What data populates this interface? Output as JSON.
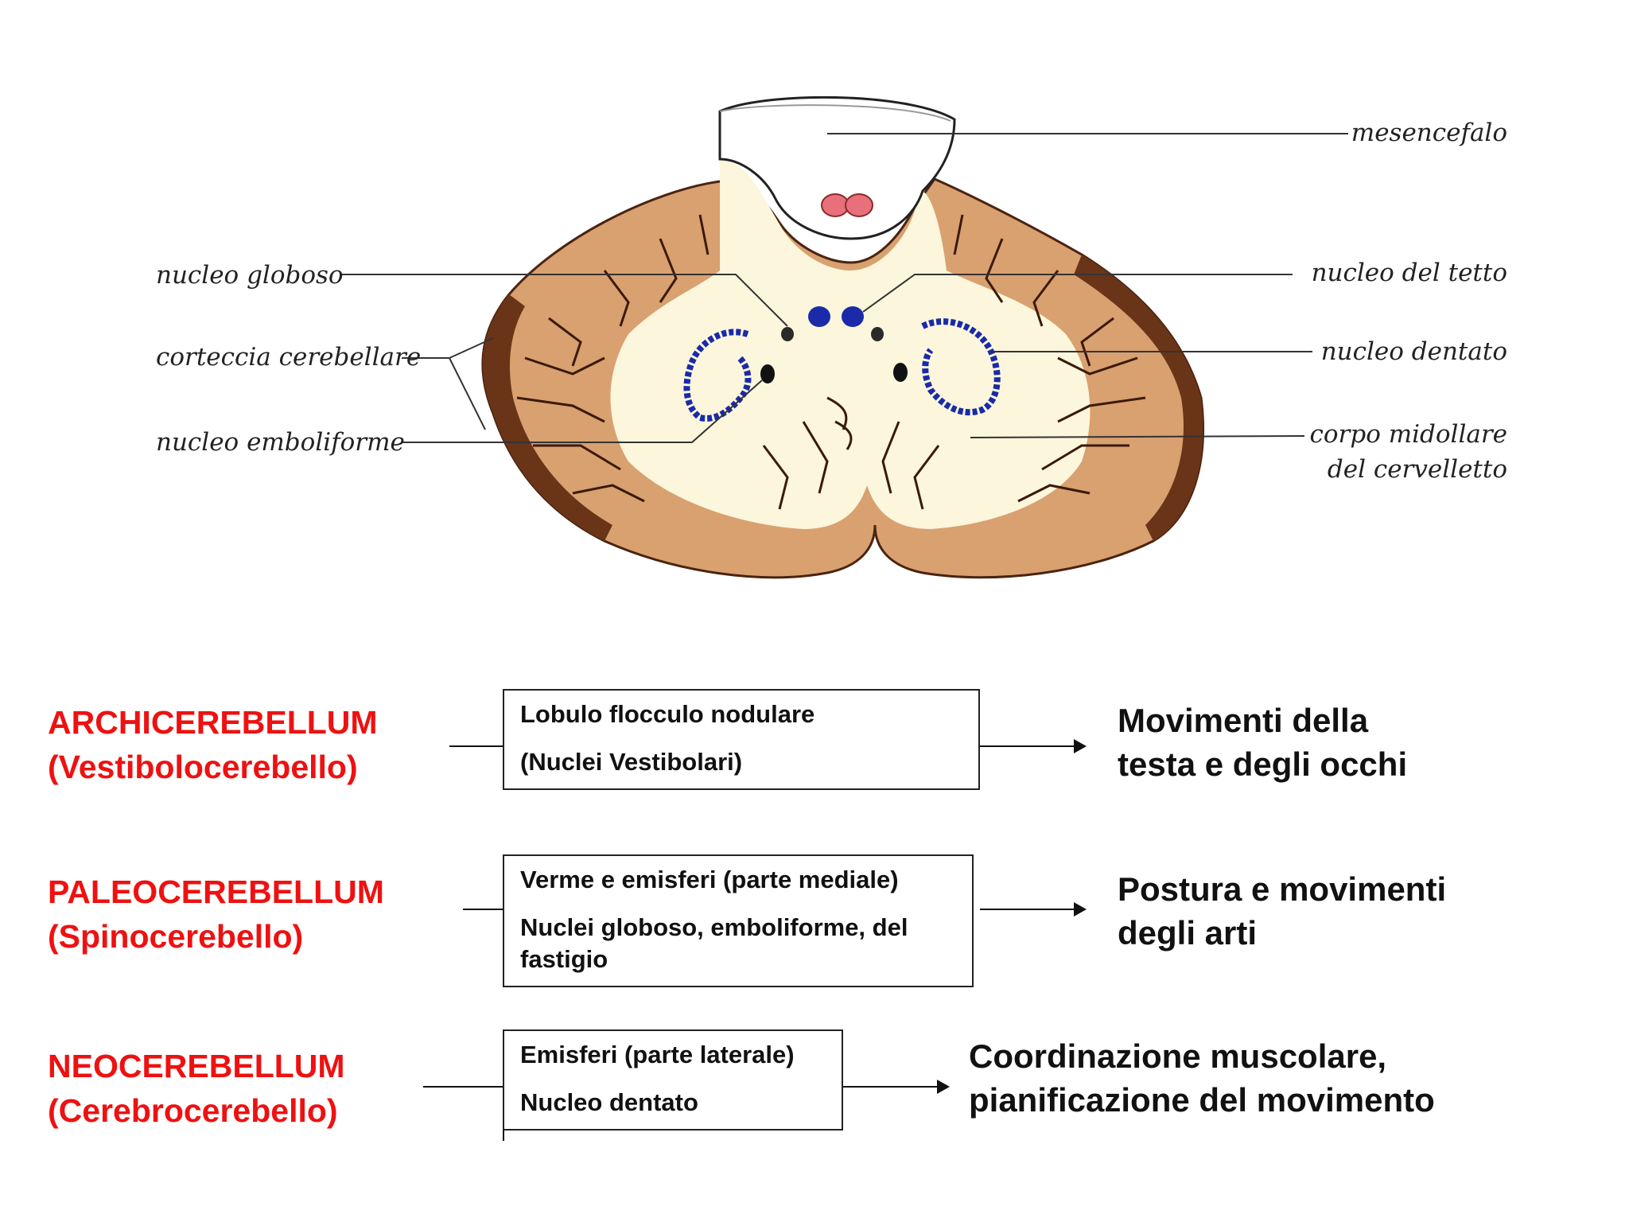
{
  "diagram": {
    "labels_left": {
      "nucleo_globoso": "nucleo globoso",
      "corteccia_cerebellare": "corteccia cerebellare",
      "nucleo_emboliforme": "nucleo emboliforme"
    },
    "labels_right": {
      "mesencefalo": "mesencefalo",
      "nucleo_tetto": "nucleo del tetto",
      "nucleo_dentato": "nucleo dentato",
      "corpo_midollare_1": "corpo midollare",
      "corpo_midollare_2": "del cervelletto"
    },
    "colors": {
      "cortex": "#d9a070",
      "white_matter": "#fbf6dc",
      "nuclei": "#1a2aa8",
      "tectum": "#e8707a",
      "folia_lines": "#3a1a08"
    }
  },
  "rows": [
    {
      "region": "ARCHICEREBELLUM",
      "subregion": "(Vestibolocerebello)",
      "box_lines": [
        "Lobulo flocculo nodulare",
        "(Nuclei Vestibolari)"
      ],
      "function_lines": [
        "Movimenti della",
        "testa e degli occhi"
      ]
    },
    {
      "region": "PALEOCEREBELLUM",
      "subregion": "(Spinocerebello)",
      "box_lines": [
        "Verme e emisferi (parte mediale)",
        "Nuclei globoso, emboliforme, del fastigio"
      ],
      "function_lines": [
        "Postura e movimenti",
        "degli arti"
      ]
    },
    {
      "region": "NEOCEREBELLUM",
      "subregion": "(Cerebrocerebello)",
      "box_lines": [
        "Emisferi (parte laterale)",
        "Nucleo dentato"
      ],
      "function_lines": [
        "Coordinazione muscolare,",
        "pianificazione del movimento"
      ]
    }
  ]
}
